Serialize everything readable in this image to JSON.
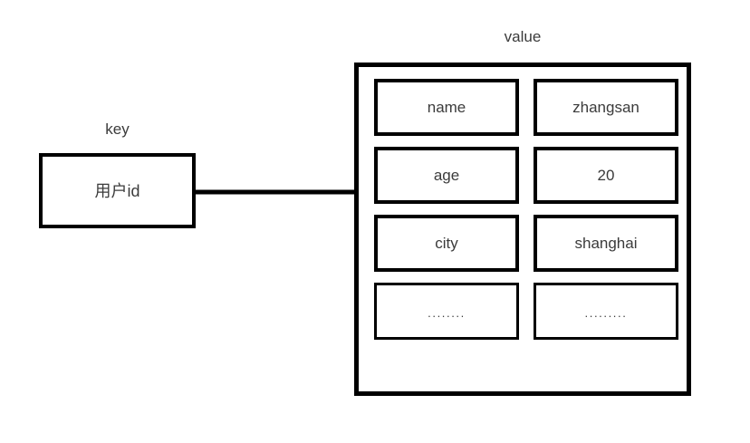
{
  "diagram": {
    "type": "key-value-mapping",
    "key_section": {
      "label": "key",
      "box_text": "用户id"
    },
    "value_section": {
      "label": "value",
      "rows": [
        {
          "field": "name",
          "value": "zhangsan"
        },
        {
          "field": "age",
          "value": "20"
        },
        {
          "field": "city",
          "value": "shanghai"
        },
        {
          "field": "........",
          "value": "........."
        }
      ]
    },
    "connector": {
      "name": "key-to-value-connector",
      "style": "solid-line-with-endpoint-dot"
    },
    "colors": {
      "stroke": "#000000",
      "text": "#3b3b3b",
      "background": "#ffffff"
    }
  }
}
